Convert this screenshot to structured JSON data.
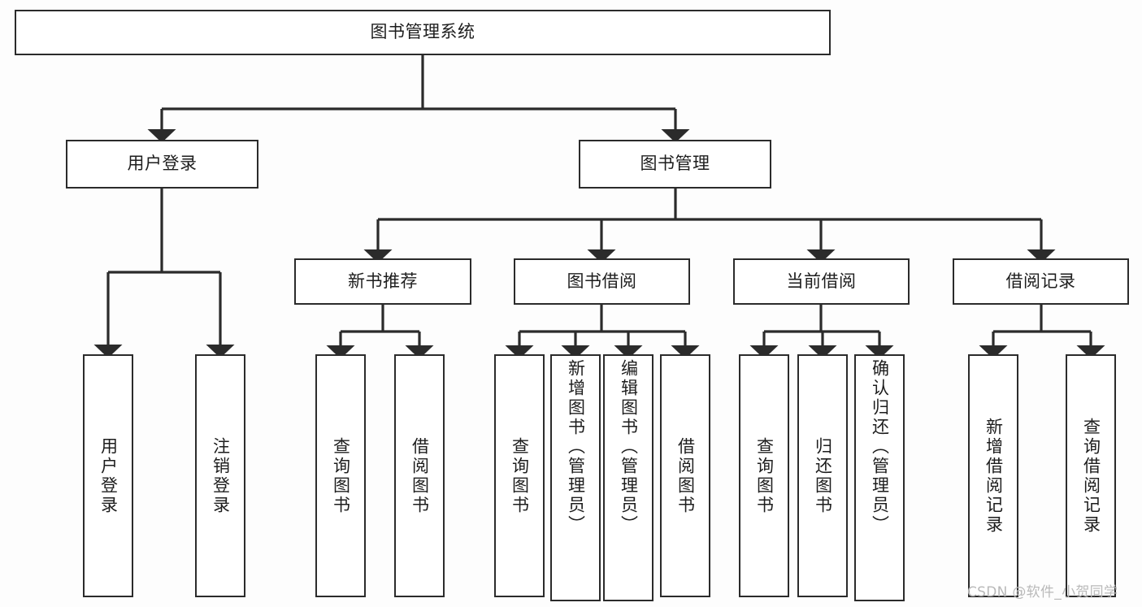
{
  "diagram": {
    "type": "tree-hierarchy-diagram",
    "title": "图书管理系统",
    "background_color": "#fdfdfd",
    "line_color": "#2b2b2b",
    "box_fill": "#ffffff",
    "text_color": "#1d1d1d"
  },
  "root": {
    "label": "图书管理系统"
  },
  "level2": [
    {
      "label": "用户登录"
    },
    {
      "label": "图书管理"
    }
  ],
  "level3": [
    {
      "label": "新书推荐"
    },
    {
      "label": "图书借阅"
    },
    {
      "label": "当前借阅"
    },
    {
      "label": "借阅记录"
    }
  ],
  "leaves": {
    "user_login": [
      {
        "label": "用户登录"
      },
      {
        "label": "注销登录"
      }
    ],
    "new_book_recommend": [
      {
        "label": "查询图书"
      },
      {
        "label": "借阅图书"
      }
    ],
    "book_borrow": [
      {
        "label": "查询图书"
      },
      {
        "label": "新增图书（管理员）"
      },
      {
        "label": "编辑图书（管理员）"
      },
      {
        "label": "借阅图书"
      }
    ],
    "current_borrow": [
      {
        "label": "查询图书"
      },
      {
        "label": "归还图书"
      },
      {
        "label": "确认归还（管理员）"
      }
    ],
    "borrow_record": [
      {
        "label": "新增借阅记录"
      },
      {
        "label": "查询借阅记录"
      }
    ]
  },
  "watermark": {
    "text": "CSDN @软件_小贺同学"
  }
}
